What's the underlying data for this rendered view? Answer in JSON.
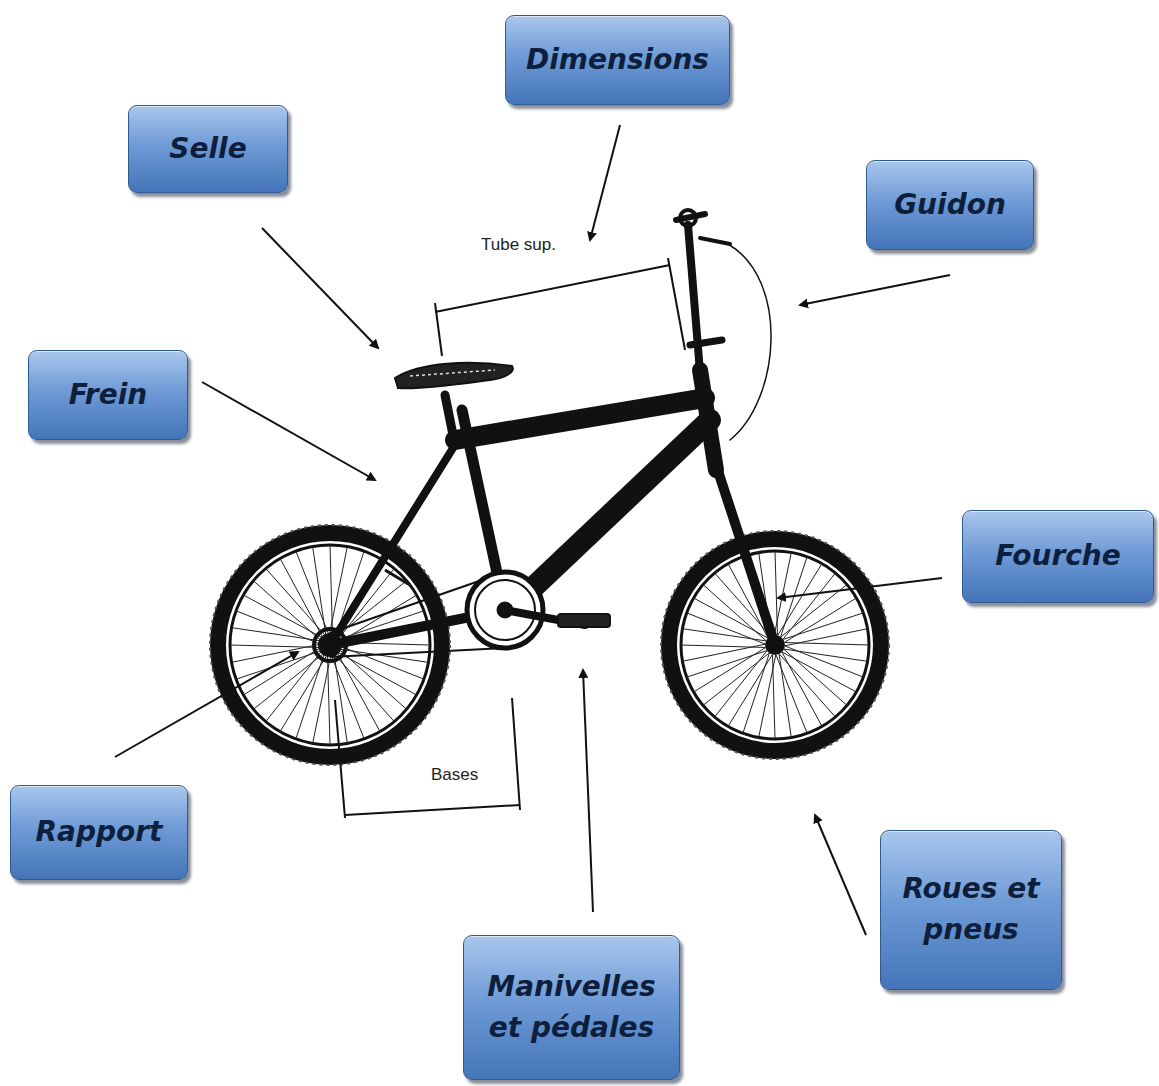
{
  "diagram": {
    "nodes": [
      {
        "text": [
          "Dimensions"
        ]
      },
      {
        "text": [
          "Selle"
        ]
      },
      {
        "text": [
          "Guidon"
        ]
      },
      {
        "text": [
          "Frein"
        ]
      },
      {
        "text": [
          "Fourche"
        ]
      },
      {
        "text": [
          "Rapport"
        ]
      },
      {
        "text": [
          "Roues et pneus"
        ]
      },
      {
        "text": [
          "Manivelles et pédales"
        ]
      }
    ],
    "labels": [
      "Tube sup.",
      "Bases"
    ]
  }
}
